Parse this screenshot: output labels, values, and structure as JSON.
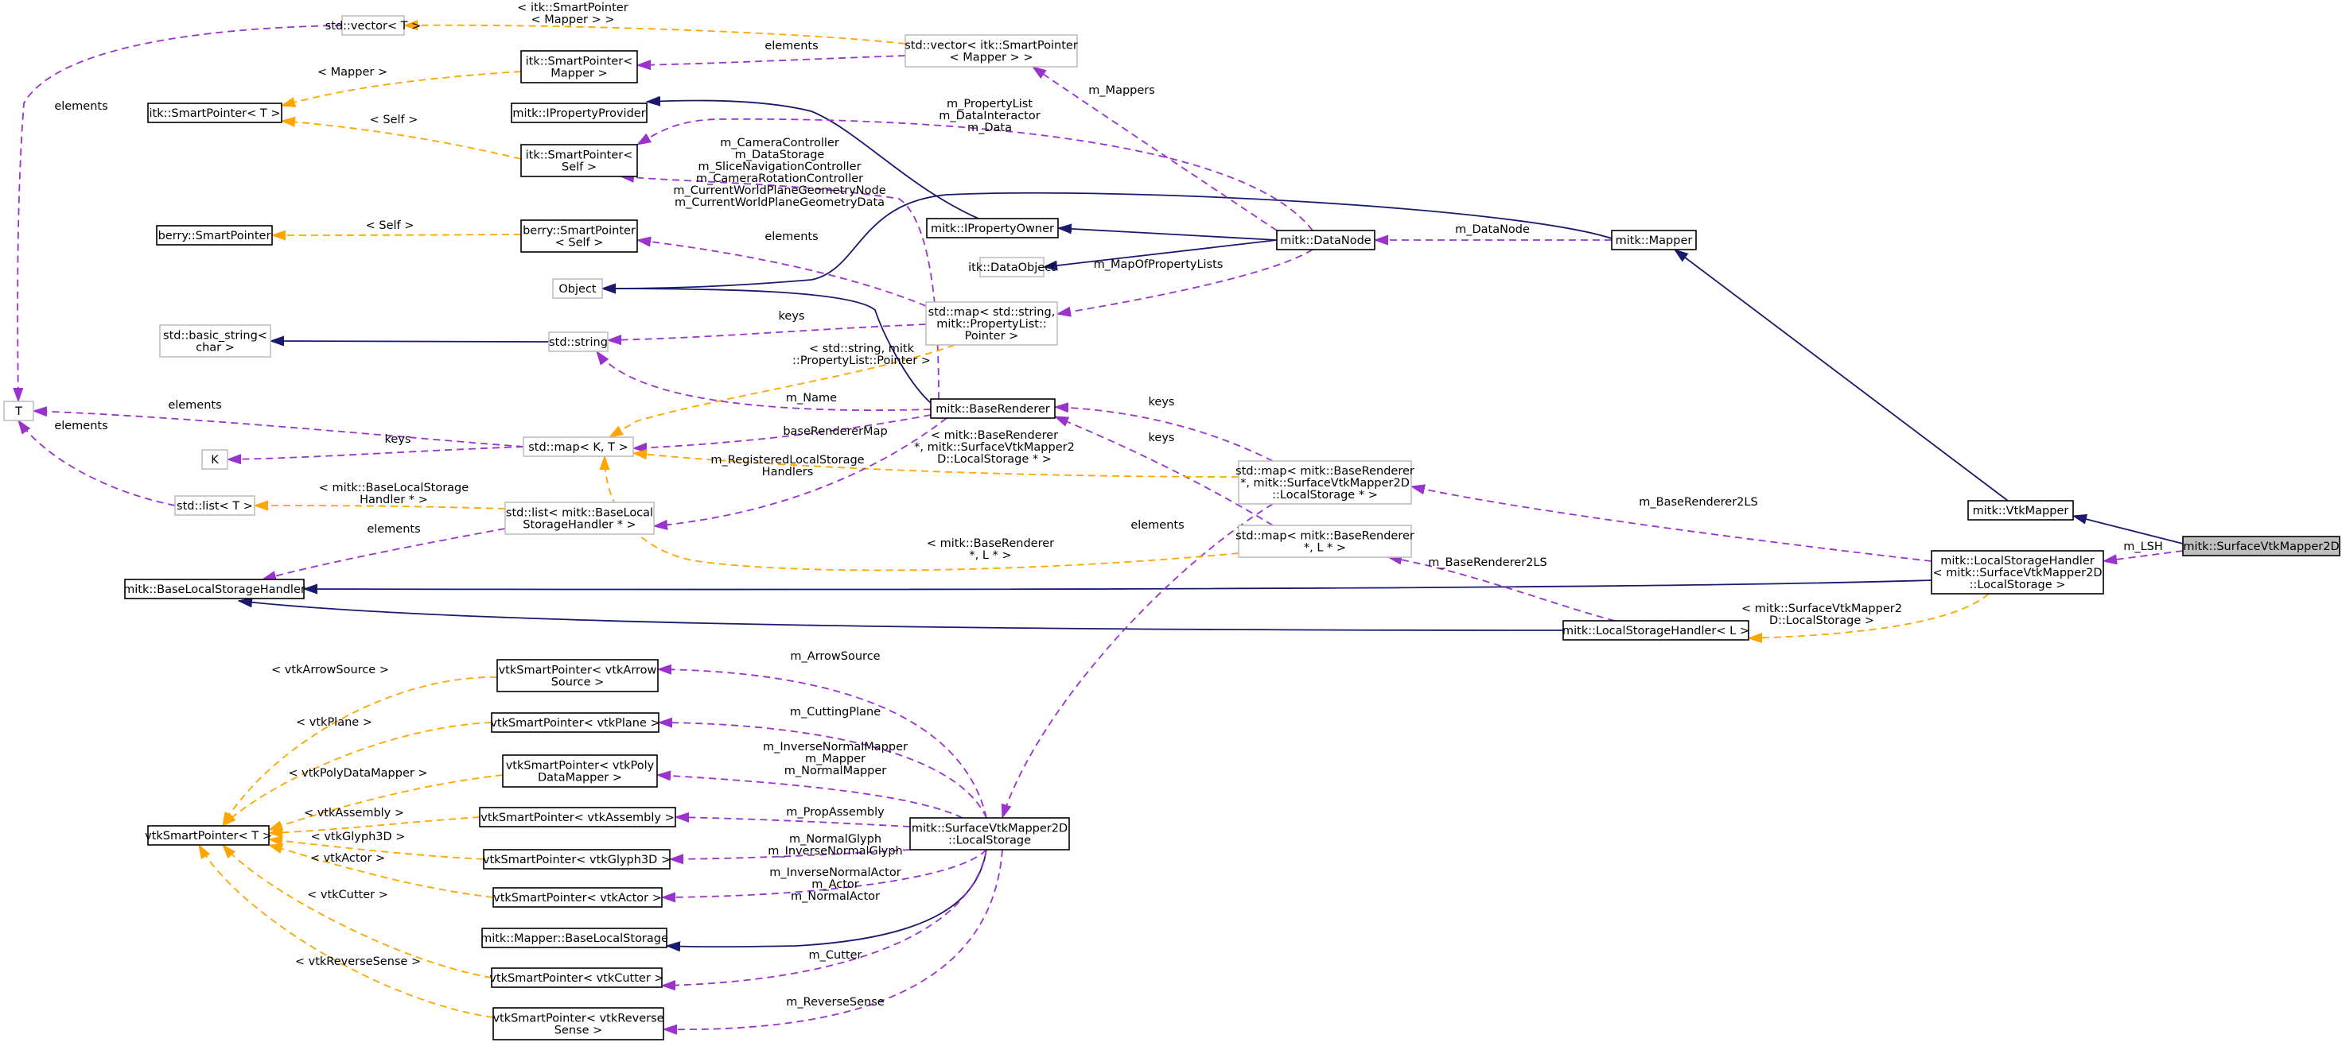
{
  "diagram": {
    "nodes": {
      "vector_t": {
        "lines": [
          "std::vector< T >"
        ]
      },
      "vector_sp_mapper": {
        "lines": [
          "std::vector< itk::SmartPointer",
          "< Mapper > >"
        ]
      },
      "itk_sp_mapper": {
        "lines": [
          "itk::SmartPointer<",
          "Mapper >"
        ]
      },
      "itk_sp_t": {
        "lines": [
          "itk::SmartPointer< T >"
        ]
      },
      "iproperty_provider": {
        "lines": [
          "mitk::IPropertyProvider"
        ]
      },
      "itk_sp_self": {
        "lines": [
          "itk::SmartPointer<",
          "Self >"
        ]
      },
      "berry_sp": {
        "lines": [
          "berry::SmartPointer"
        ]
      },
      "berry_sp_self": {
        "lines": [
          "berry::SmartPointer",
          "< Self >"
        ]
      },
      "iproperty_owner": {
        "lines": [
          "mitk::IPropertyOwner"
        ]
      },
      "data_node": {
        "lines": [
          "mitk::DataNode"
        ]
      },
      "mapper": {
        "lines": [
          "mitk::Mapper"
        ]
      },
      "data_object": {
        "lines": [
          "itk::DataObject"
        ]
      },
      "object": {
        "lines": [
          "Object"
        ]
      },
      "basic_string": {
        "lines": [
          "std::basic_string<",
          "char >"
        ]
      },
      "string": {
        "lines": [
          "std::string"
        ]
      },
      "map_string_pl": {
        "lines": [
          "std::map< std::string,",
          "mitk::PropertyList::",
          "Pointer >"
        ]
      },
      "t": {
        "lines": [
          "T"
        ]
      },
      "base_renderer": {
        "lines": [
          "mitk::BaseRenderer"
        ]
      },
      "k": {
        "lines": [
          "K"
        ]
      },
      "map_kt": {
        "lines": [
          "std::map< K, T >"
        ]
      },
      "map_br_ls": {
        "lines": [
          "std::map< mitk::BaseRenderer",
          "*, mitk::SurfaceVtkMapper2D",
          "::LocalStorage * >"
        ]
      },
      "list_t": {
        "lines": [
          "std::list< T >"
        ]
      },
      "list_bls": {
        "lines": [
          "std::list< mitk::BaseLocal",
          "StorageHandler * >"
        ]
      },
      "vtk_mapper": {
        "lines": [
          "mitk::VtkMapper"
        ]
      },
      "map_br_l": {
        "lines": [
          "std::map< mitk::BaseRenderer",
          "*, L * >"
        ]
      },
      "surface_mapper": {
        "lines": [
          "mitk::SurfaceVtkMapper2D"
        ]
      },
      "base_lsh": {
        "lines": [
          "mitk::BaseLocalStorageHandler"
        ]
      },
      "lsh_surface": {
        "lines": [
          "mitk::LocalStorageHandler",
          "< mitk::SurfaceVtkMapper2D",
          "::LocalStorage >"
        ]
      },
      "lsh_l": {
        "lines": [
          "mitk::LocalStorageHandler< L >"
        ]
      },
      "vsp_arrow": {
        "lines": [
          "vtkSmartPointer< vtkArrow",
          "Source >"
        ]
      },
      "vsp_plane": {
        "lines": [
          "vtkSmartPointer< vtkPlane >"
        ]
      },
      "vsp_polydm": {
        "lines": [
          "vtkSmartPointer< vtkPoly",
          "DataMapper >"
        ]
      },
      "vsp_t": {
        "lines": [
          "vtkSmartPointer< T >"
        ]
      },
      "vsp_assembly": {
        "lines": [
          "vtkSmartPointer< vtkAssembly >"
        ]
      },
      "local_storage": {
        "lines": [
          "mitk::SurfaceVtkMapper2D",
          "::LocalStorage"
        ]
      },
      "vsp_glyph": {
        "lines": [
          "vtkSmartPointer< vtkGlyph3D >"
        ]
      },
      "vsp_actor": {
        "lines": [
          "vtkSmartPointer< vtkActor >"
        ]
      },
      "mapper_bls": {
        "lines": [
          "mitk::Mapper::BaseLocalStorage"
        ]
      },
      "vsp_cutter": {
        "lines": [
          "vtkSmartPointer< vtkCutter >"
        ]
      },
      "vsp_reverse": {
        "lines": [
          "vtkSmartPointer< vtkReverse",
          "Sense >"
        ]
      }
    },
    "edges": {
      "vector_sp_mapper__vector_t": {
        "lines": [
          "< itk::SmartPointer",
          "< Mapper > >"
        ]
      },
      "vector_sp_mapper__itk_sp_mapper": {
        "lines": [
          "elements"
        ]
      },
      "itk_sp_mapper__itk_sp_t": {
        "lines": [
          "< Mapper >"
        ]
      },
      "vector_t__t": {
        "lines": [
          "elements"
        ]
      },
      "itk_sp_self__itk_sp_t": {
        "lines": [
          "< Self >"
        ]
      },
      "data_node__vector_sp_mapper": {
        "lines": [
          "m_Mappers"
        ]
      },
      "data_node__itk_sp_self": {
        "lines": [
          "m_PropertyList",
          "m_DataInteractor",
          "m_Data"
        ]
      },
      "base_renderer__itk_sp_self": {
        "lines": [
          "m_CameraController",
          "m_DataStorage",
          "m_SliceNavigationController",
          "m_CameraRotationController",
          "m_CurrentWorldPlaneGeometryNode",
          "m_CurrentWorldPlaneGeometryData"
        ]
      },
      "berry_sp_self__berry_sp": {
        "lines": [
          "< Self >"
        ]
      },
      "map_string_pl__berry_sp_self": {
        "lines": [
          "elements"
        ]
      },
      "mapper__data_node": {
        "lines": [
          "m_DataNode"
        ]
      },
      "data_node__map_string_pl": {
        "lines": [
          "m_MapOfPropertyLists"
        ]
      },
      "map_string_pl__string": {
        "lines": [
          "keys"
        ]
      },
      "map_string_pl__map_kt": {
        "lines": [
          "< std::string, mitk",
          "::PropertyList::Pointer >"
        ]
      },
      "base_renderer__string": {
        "lines": [
          "m_Name"
        ]
      },
      "map_kt__t": {
        "lines": [
          "elements"
        ]
      },
      "map_kt__k": {
        "lines": [
          "keys"
        ]
      },
      "base_renderer__map_kt": {
        "lines": [
          "baseRendererMap"
        ]
      },
      "map_br_ls__base_renderer": {
        "lines": [
          "keys"
        ]
      },
      "map_br_l__base_renderer": {
        "lines": [
          "keys"
        ]
      },
      "map_br_ls__map_kt": {
        "lines": [
          "< mitk::BaseRenderer",
          "*, mitk::SurfaceVtkMapper2",
          "D::LocalStorage * >"
        ]
      },
      "base_renderer__list_bls": {
        "lines": [
          "m_RegisteredLocalStorage",
          "Handlers"
        ]
      },
      "list_t__t": {
        "lines": [
          "elements"
        ]
      },
      "list_bls__list_t": {
        "lines": [
          "< mitk::BaseLocalStorage",
          "Handler * >"
        ]
      },
      "list_bls__base_lsh": {
        "lines": [
          "elements"
        ]
      },
      "map_br_ls__local_storage": {
        "lines": [
          "elements"
        ]
      },
      "map_br_l__map_kt": {
        "lines": [
          "< mitk::BaseRenderer",
          "*, L * >"
        ]
      },
      "lsh_surface__map_br_ls": {
        "lines": [
          "m_BaseRenderer2LS"
        ]
      },
      "lsh_l__map_br_l": {
        "lines": [
          "m_BaseRenderer2LS"
        ]
      },
      "surface_mapper__lsh_surface": {
        "lines": [
          "m_LSH"
        ]
      },
      "lsh_surface__lsh_l": {
        "lines": [
          "< mitk::SurfaceVtkMapper2",
          "D::LocalStorage >"
        ]
      },
      "local_storage__vsp_arrow": {
        "lines": [
          "m_ArrowSource"
        ]
      },
      "vsp_arrow__vsp_t": {
        "lines": [
          "< vtkArrowSource >"
        ]
      },
      "local_storage__vsp_plane": {
        "lines": [
          "m_CuttingPlane"
        ]
      },
      "vsp_plane__vsp_t": {
        "lines": [
          "< vtkPlane >"
        ]
      },
      "local_storage__vsp_polydm": {
        "lines": [
          "m_InverseNormalMapper",
          "m_Mapper",
          "m_NormalMapper"
        ]
      },
      "vsp_polydm__vsp_t": {
        "lines": [
          "< vtkPolyDataMapper >"
        ]
      },
      "local_storage__vsp_assembly": {
        "lines": [
          "m_PropAssembly"
        ]
      },
      "vsp_assembly__vsp_t": {
        "lines": [
          "< vtkAssembly >"
        ]
      },
      "local_storage__vsp_glyph": {
        "lines": [
          "m_NormalGlyph",
          "m_InverseNormalGlyph"
        ]
      },
      "vsp_glyph__vsp_t": {
        "lines": [
          "< vtkGlyph3D >"
        ]
      },
      "local_storage__vsp_actor": {
        "lines": [
          "m_InverseNormalActor",
          "m_Actor",
          "m_NormalActor"
        ]
      },
      "vsp_actor__vsp_t": {
        "lines": [
          "< vtkActor >"
        ]
      },
      "vsp_cutter__vsp_t": {
        "lines": [
          "< vtkCutter >"
        ]
      },
      "local_storage__vsp_cutter": {
        "lines": [
          "m_Cutter"
        ]
      },
      "vsp_reverse__vsp_t": {
        "lines": [
          "< vtkReverseSense >"
        ]
      },
      "local_storage__vsp_reverse": {
        "lines": [
          "m_ReverseSense"
        ]
      }
    },
    "colors": {
      "inheritance": "#191970",
      "usage": "#9a32cd",
      "template": "#ffa500",
      "node_border": "#000000",
      "external_border": "#bfbfbf",
      "focus_fill": "#bfbfbf"
    }
  }
}
